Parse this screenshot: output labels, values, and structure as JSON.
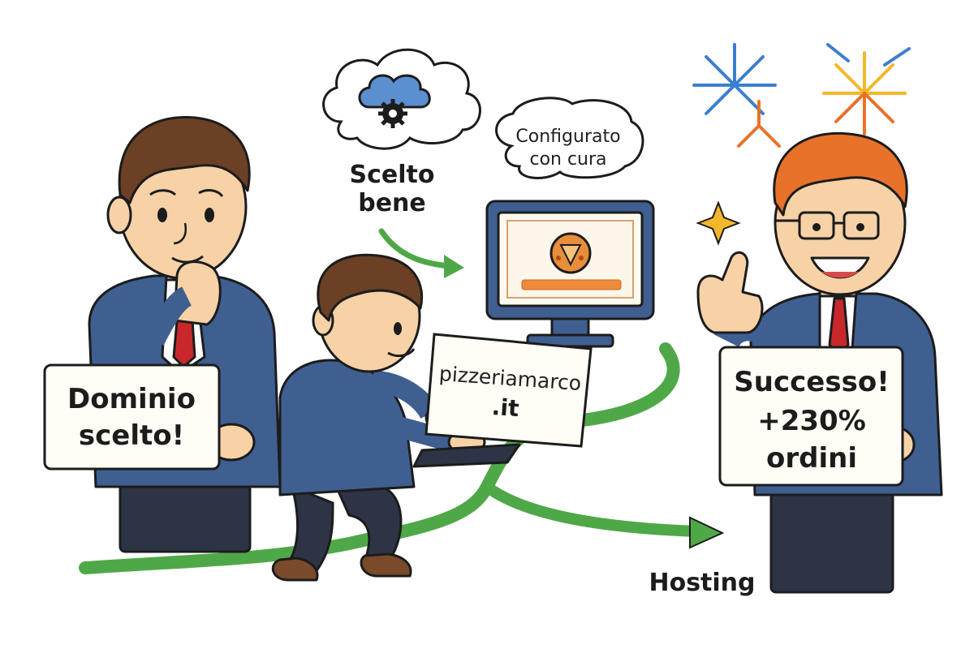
{
  "labels": {
    "left_sign_line1": "Dominio",
    "left_sign_line2": "scelto!",
    "scelto_line1": "Scelto",
    "scelto_line2": "bene",
    "configured_line1": "Configurato",
    "configured_line2": "con cura",
    "domain_line1": "pizzeriamarco",
    "domain_line2": ".it",
    "hosting": "Hosting",
    "right_sign_line1": "Successo!",
    "right_sign_line2": "+230%",
    "right_sign_line3": "ordini"
  },
  "colors": {
    "path_green": "#4fa848",
    "suit_blue": "#3f5f91",
    "tie_red": "#c8282c",
    "hair_brown": "#6b4025",
    "hair_orange": "#e8722a",
    "skin": "#f6d2a6",
    "outline": "#1c1c1c",
    "accent_orange": "#f08a3a"
  },
  "icons": [
    "cloud-gear-icon",
    "sparkle-icon",
    "firework-icon",
    "pizza-logo-icon",
    "arrow-icon"
  ]
}
